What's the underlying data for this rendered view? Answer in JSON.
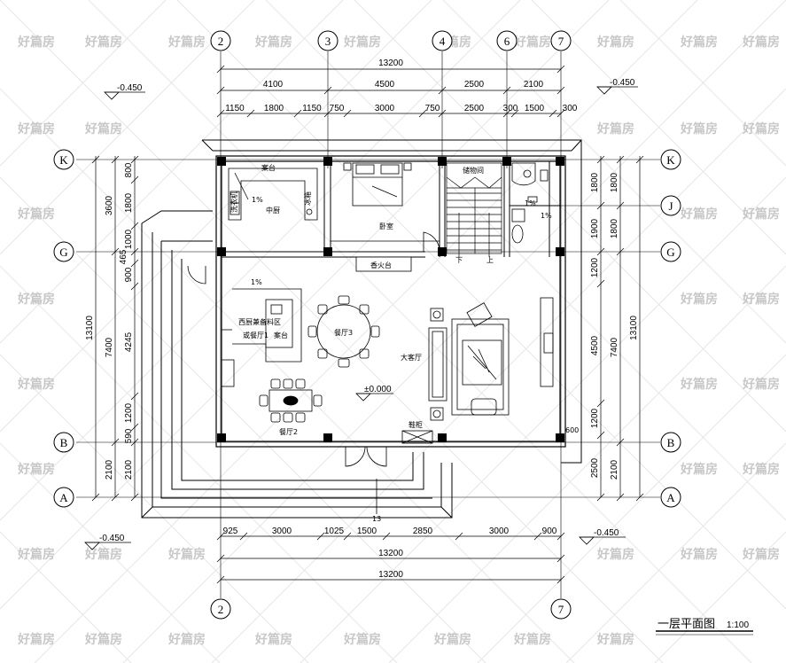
{
  "watermark": "好篇房",
  "title": {
    "name": "一层平面图",
    "scale": "1:100"
  },
  "axes_top": [
    "2",
    "3",
    "4",
    "6",
    "7"
  ],
  "axes_bottom": [
    "2",
    "7"
  ],
  "axes_rows": [
    "K",
    "J",
    "G",
    "B",
    "A"
  ],
  "dims_top": {
    "overall": "13200",
    "row2": [
      "4100",
      "4500",
      "2500",
      "2100"
    ],
    "row3": [
      "1150",
      "1800",
      "1150",
      "750",
      "3000",
      "750",
      "2500",
      "300",
      "1500",
      "300"
    ]
  },
  "dims_bottom": {
    "row1": [
      "925",
      "3000",
      "1025",
      "1500",
      "2850",
      "3000",
      "900"
    ],
    "row2": "13200",
    "row3": "13200"
  },
  "dims_left": {
    "overall": "13100",
    "mid": [
      "3600",
      "7400",
      "2100"
    ],
    "inner": [
      "800",
      "1800",
      "1000",
      "465",
      "900",
      "4245",
      "1200",
      "590",
      "2100"
    ]
  },
  "dims_right": {
    "overall": "13100",
    "mid": [
      "1800",
      "1800",
      "7400",
      "2100"
    ],
    "inner": [
      "1800",
      "1900",
      "1200",
      "4500",
      "1200",
      "2500"
    ]
  },
  "levels": {
    "outside": "-0.450",
    "floor": "±0.000"
  },
  "rooms": {
    "anban_top": "案台",
    "kitchen": "中厨",
    "bedroom": "卧室",
    "storage": "储物间",
    "xiang_an": "香火台",
    "western_kitchen": "西厨兼备料区",
    "dining1": "或餐厅1",
    "anban_mid": "案台",
    "dining3": "餐厅3",
    "living": "大客厅",
    "dining2": "餐厅2",
    "shoe": "鞋柜",
    "down": "下",
    "up": "上",
    "slope": "1%",
    "wash": "洗衣机",
    "fridge": "冰箱",
    "mark13": "13",
    "h600": "600"
  }
}
